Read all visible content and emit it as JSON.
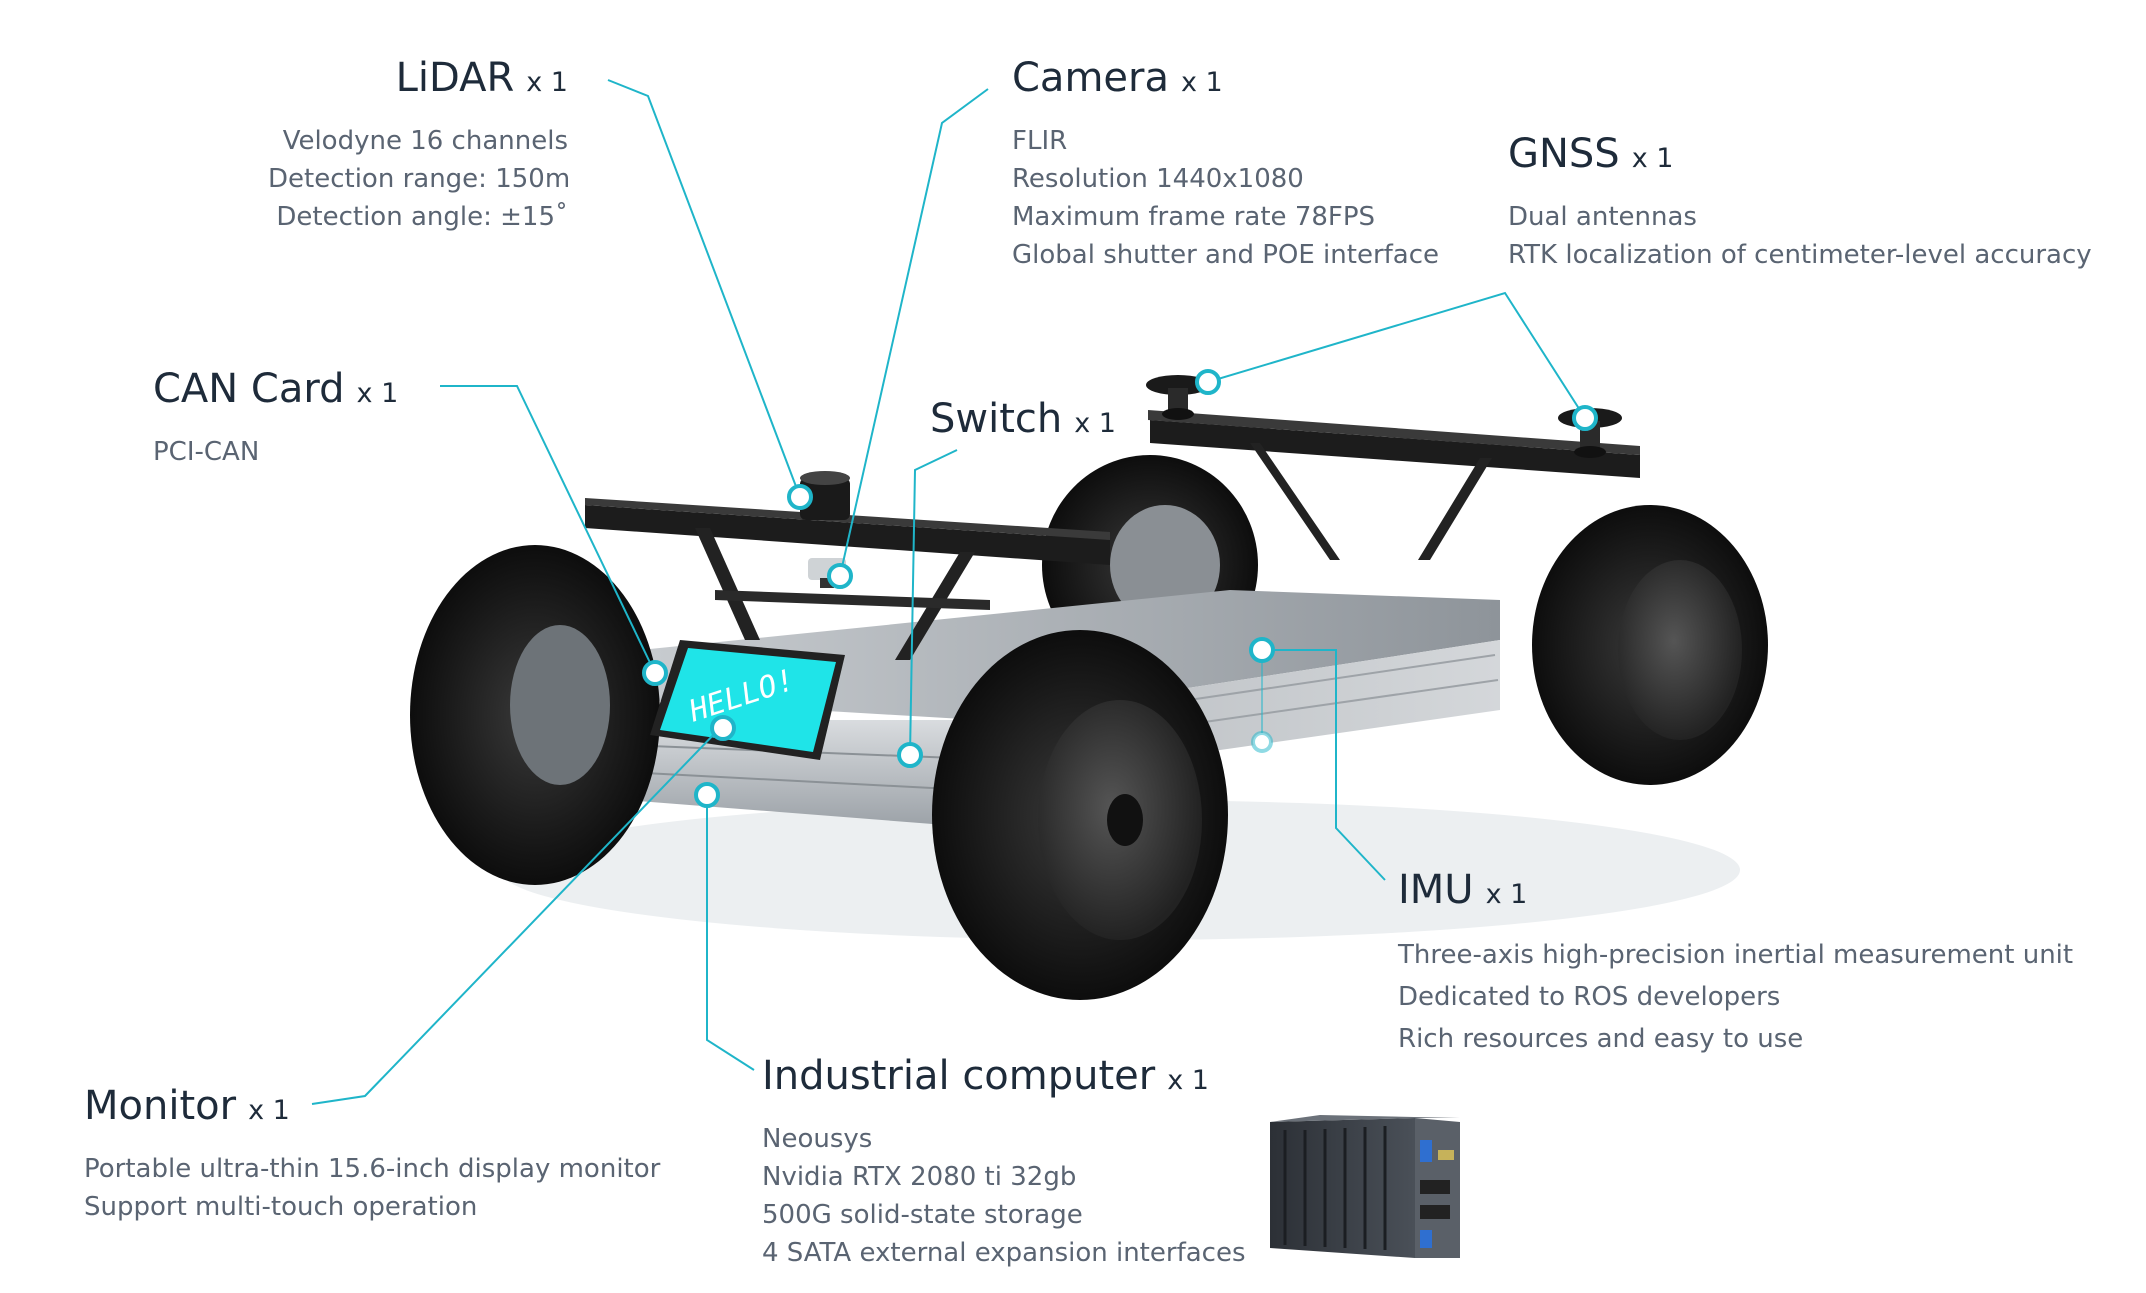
{
  "accent_color": "#1fb5c9",
  "screen_color": "#1fe4e8",
  "components": {
    "lidar": {
      "name": "LiDAR",
      "qty": "x 1",
      "details": [
        "Velodyne 16 channels",
        "Detection range: 150m",
        "Detection angle:  ±15˚"
      ]
    },
    "camera": {
      "name": "Camera",
      "qty": "x 1",
      "details": [
        "FLIR",
        "Resolution 1440x1080",
        "Maximum frame rate 78FPS",
        "Global shutter and POE interface"
      ]
    },
    "gnss": {
      "name": "GNSS",
      "qty": "x 1",
      "details": [
        "Dual antennas",
        "RTK localization of centimeter-level accuracy"
      ]
    },
    "can_card": {
      "name": "CAN Card",
      "qty": "x 1",
      "details": [
        "PCI-CAN"
      ]
    },
    "switch": {
      "name": "Switch",
      "qty": "x 1",
      "details": []
    },
    "imu": {
      "name": "IMU",
      "qty": "x 1",
      "details": [
        "Three-axis high-precision inertial measurement unit",
        "Dedicated to ROS developers",
        "Rich resources and easy to use"
      ]
    },
    "monitor": {
      "name": "Monitor",
      "qty": "x 1",
      "details": [
        "Portable ultra-thin 15.6-inch display monitor",
        "Support multi-touch operation"
      ]
    },
    "computer": {
      "name": "Industrial computer",
      "qty": "x 1",
      "details": [
        "Neousys",
        "Nvidia RTX 2080 ti 32gb",
        "500G solid-state storage",
        "4 SATA external expansion interfaces"
      ]
    }
  },
  "screen_text": "HELLO!"
}
